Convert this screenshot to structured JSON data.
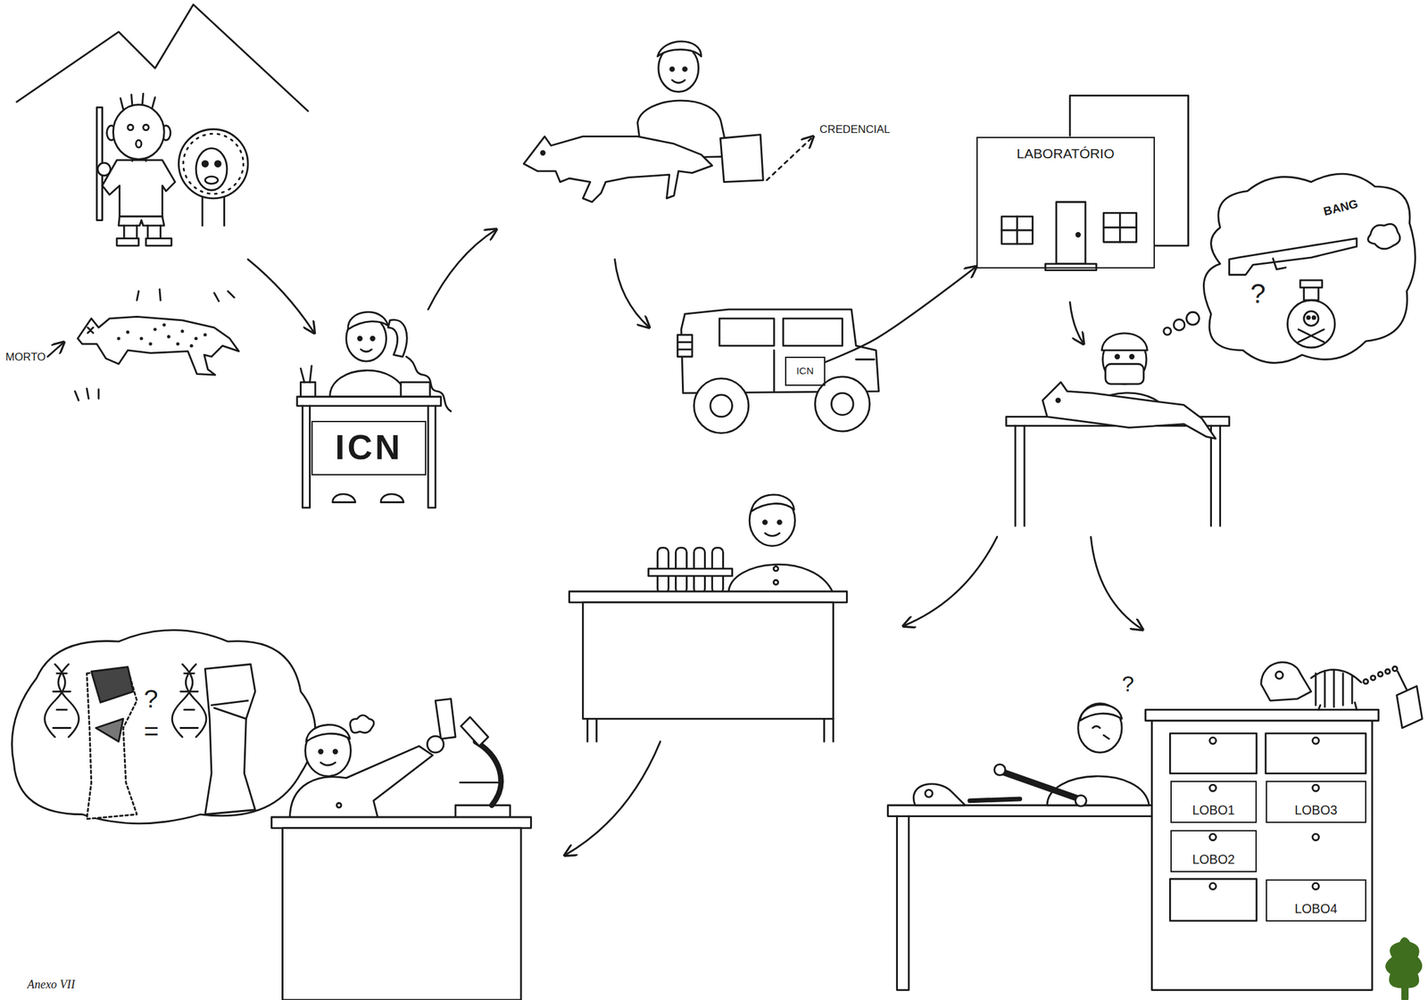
{
  "diagram": {
    "nodes": [
      {
        "text": [
          "ICN"
        ]
      },
      {
        "text": [
          "ICN"
        ]
      },
      {
        "text": [
          "LABORATÓRIO"
        ]
      },
      {
        "text": [
          "LOBO1"
        ]
      },
      {
        "text": [
          "LOBO3"
        ]
      },
      {
        "text": [
          "LOBO2"
        ]
      },
      {
        "text": [
          "LOBO4"
        ]
      }
    ],
    "edges": [
      {
        "from": 1,
        "to": 2,
        "arrow": "to"
      }
    ],
    "labels": [
      "MORTO",
      "CREDENCIAL",
      "BANG",
      "?",
      "?",
      "=",
      "?",
      "Anexo VII"
    ]
  }
}
